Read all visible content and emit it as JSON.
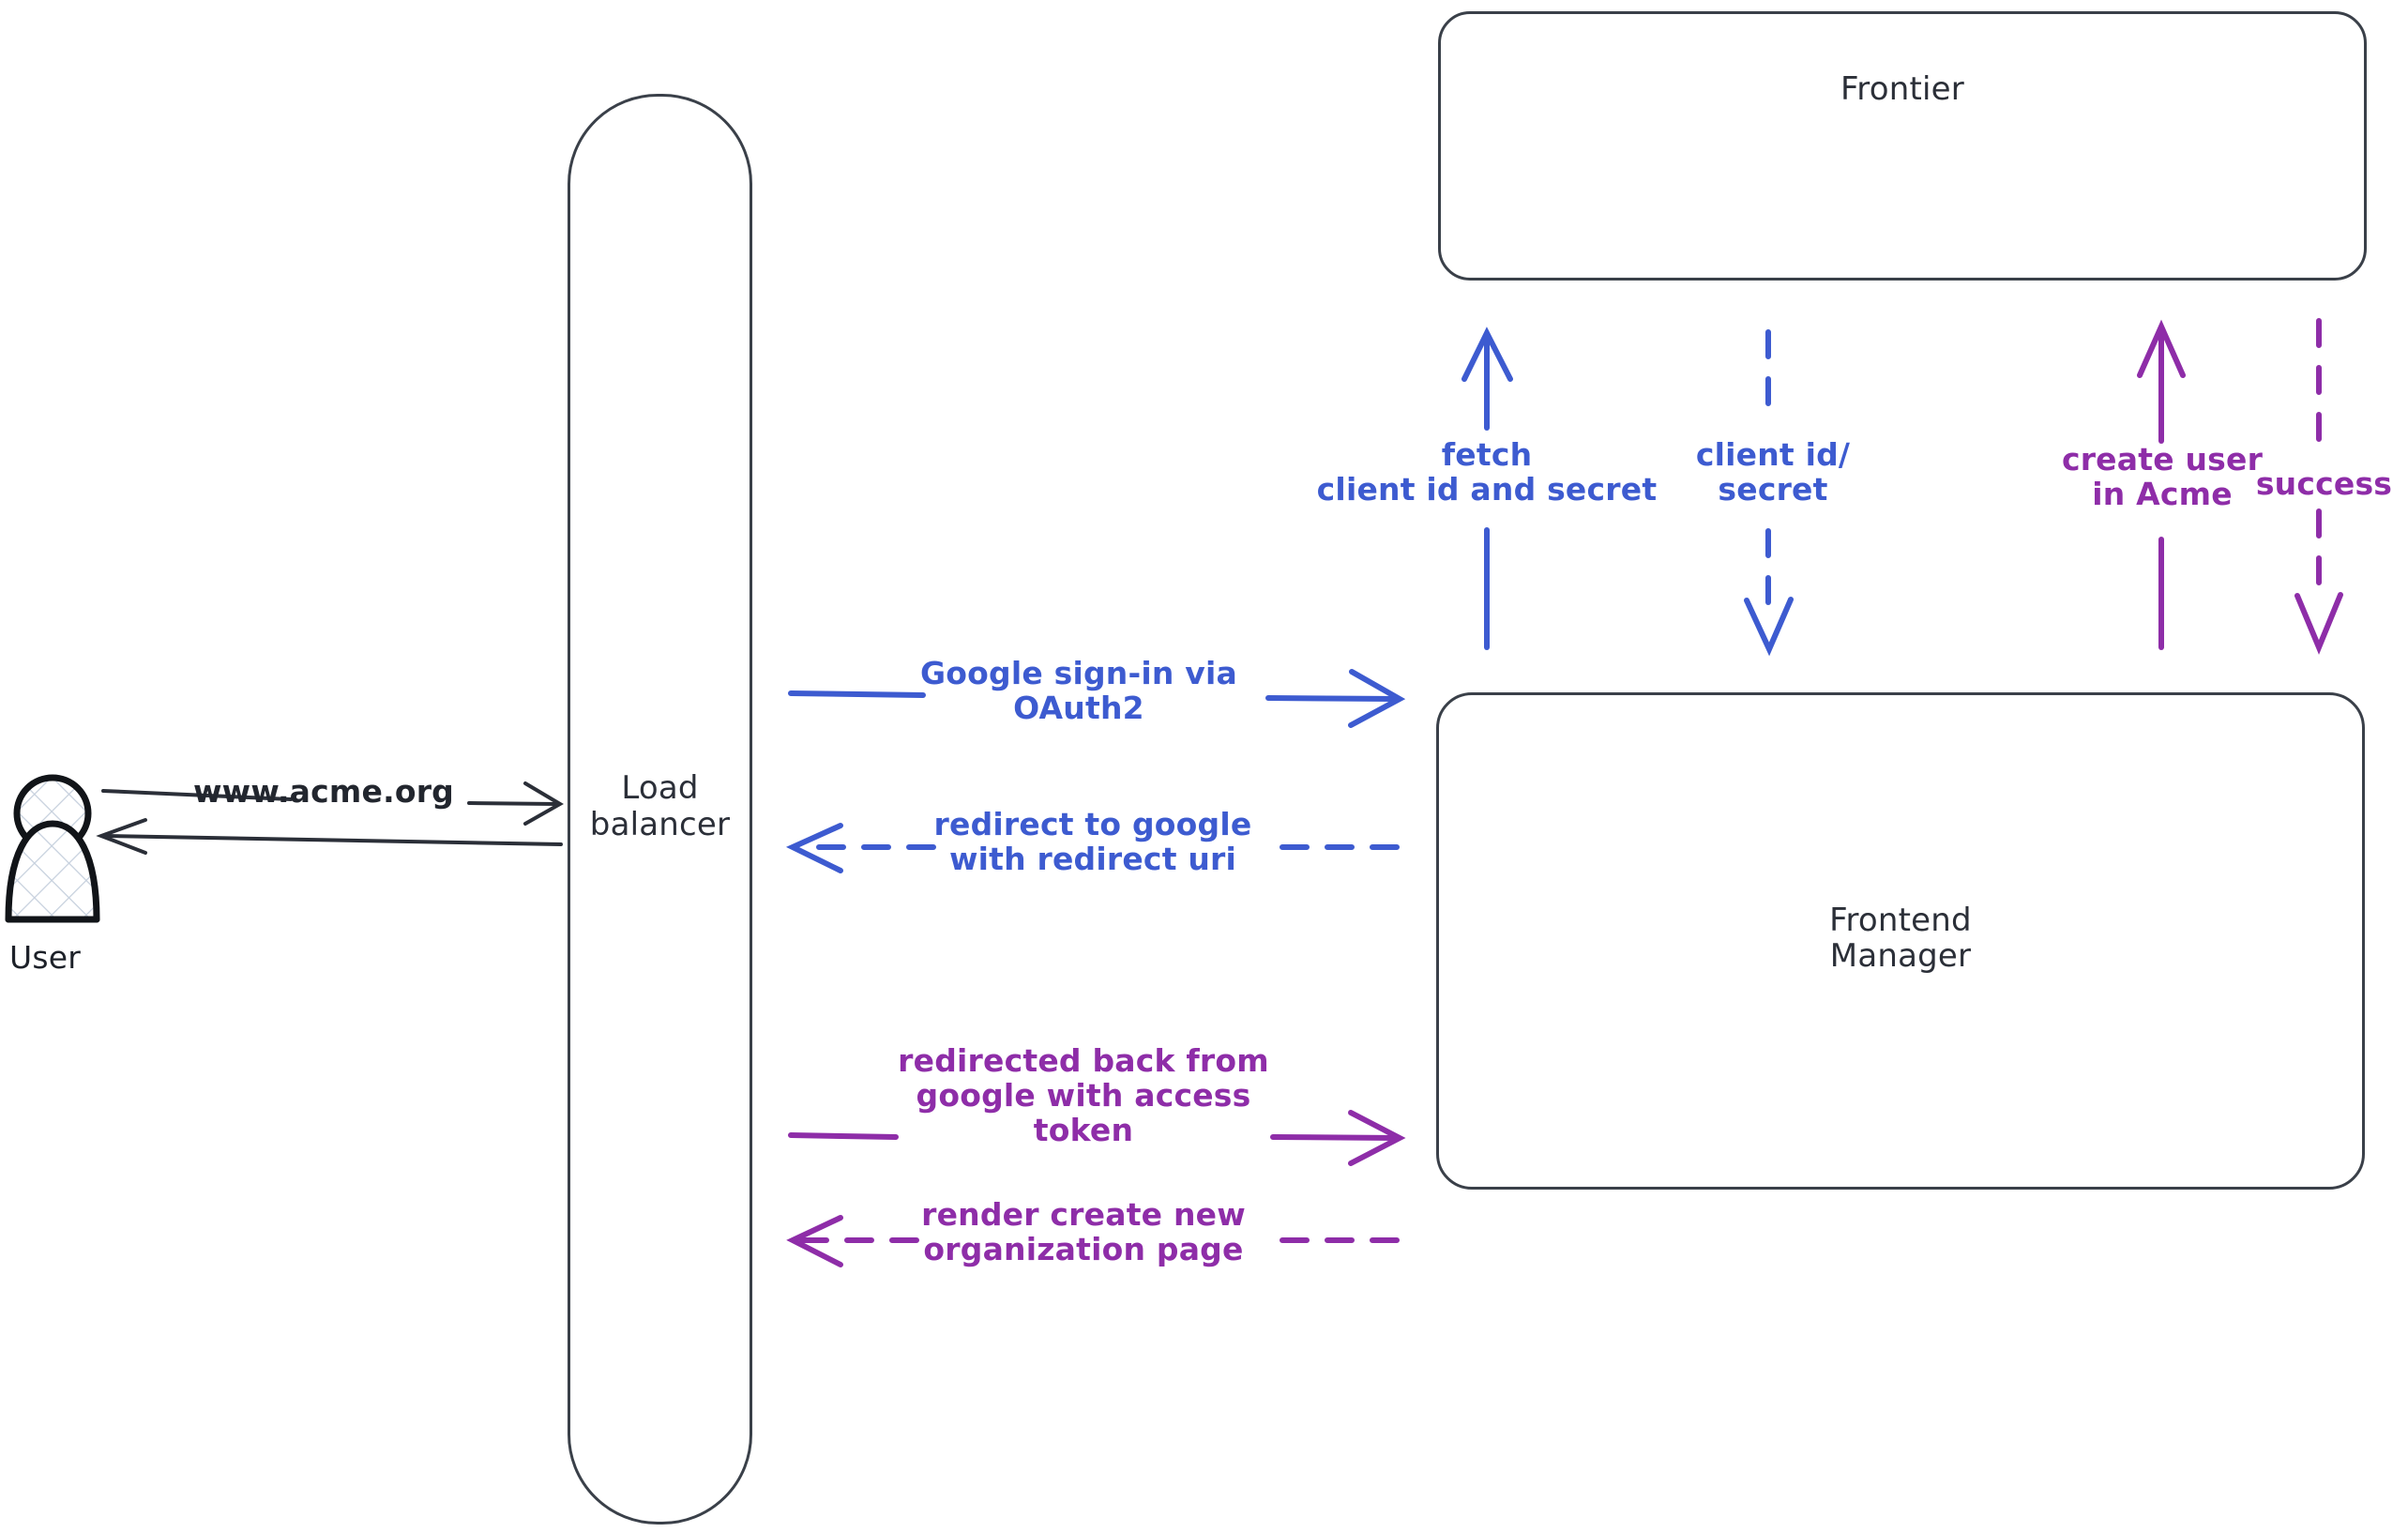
{
  "diagram": {
    "title": "Google OAuth2 sign-in sequence",
    "palette": {
      "stroke_dark": "#3a4049",
      "text_dark": "#2b2f38",
      "blue": "#3d5bd0",
      "purple": "#8e2da8",
      "background": "#ffffff"
    },
    "actors": [
      {
        "id": "user",
        "name": "user-actor",
        "label": "User"
      }
    ],
    "nodes": [
      {
        "id": "load-balancer",
        "label": "Load\nbalancer"
      },
      {
        "id": "frontier",
        "label": "Frontier"
      },
      {
        "id": "frontend-manager",
        "label": "Frontend\nManager"
      }
    ],
    "edges": [
      {
        "id": "user-to-lb",
        "label": "www.acme.org",
        "color": "#22262e",
        "style": "solid",
        "direction": "right",
        "from": "user",
        "to": "load-balancer"
      },
      {
        "id": "lb-to-user",
        "label": "",
        "color": "#22262e",
        "style": "solid",
        "direction": "left",
        "from": "load-balancer",
        "to": "user"
      },
      {
        "id": "lb-to-fm-signin",
        "label": "Google sign-in via\nOAuth2",
        "color": "#3d5bd0",
        "style": "solid",
        "direction": "right",
        "from": "load-balancer",
        "to": "frontend-manager"
      },
      {
        "id": "fm-to-lb-redirect",
        "label": "redirect to google\nwith redirect uri",
        "color": "#3d5bd0",
        "style": "dashed",
        "direction": "left",
        "from": "frontend-manager",
        "to": "load-balancer"
      },
      {
        "id": "lb-to-fm-token",
        "label": "redirected back from\ngoogle with access\ntoken",
        "color": "#8e2da8",
        "style": "solid",
        "direction": "right",
        "from": "load-balancer",
        "to": "frontend-manager"
      },
      {
        "id": "fm-to-lb-render",
        "label": "render create new\norganization page",
        "color": "#8e2da8",
        "style": "dashed",
        "direction": "left",
        "from": "frontend-manager",
        "to": "load-balancer"
      },
      {
        "id": "fm-to-frontier-fetch",
        "label": "fetch\nclient id and secret",
        "color": "#3d5bd0",
        "style": "solid",
        "direction": "up",
        "from": "frontend-manager",
        "to": "frontier"
      },
      {
        "id": "frontier-to-fm-credentials",
        "label": "client id/\nsecret",
        "color": "#3d5bd0",
        "style": "dashed",
        "direction": "down",
        "from": "frontier",
        "to": "frontend-manager"
      },
      {
        "id": "fm-to-frontier-create-user",
        "label": "create user\nin Acme",
        "color": "#8e2da8",
        "style": "solid",
        "direction": "up",
        "from": "frontend-manager",
        "to": "frontier"
      },
      {
        "id": "frontier-to-fm-success",
        "label": "success",
        "color": "#8e2da8",
        "style": "dashed",
        "direction": "down",
        "from": "frontier",
        "to": "frontend-manager"
      }
    ]
  }
}
